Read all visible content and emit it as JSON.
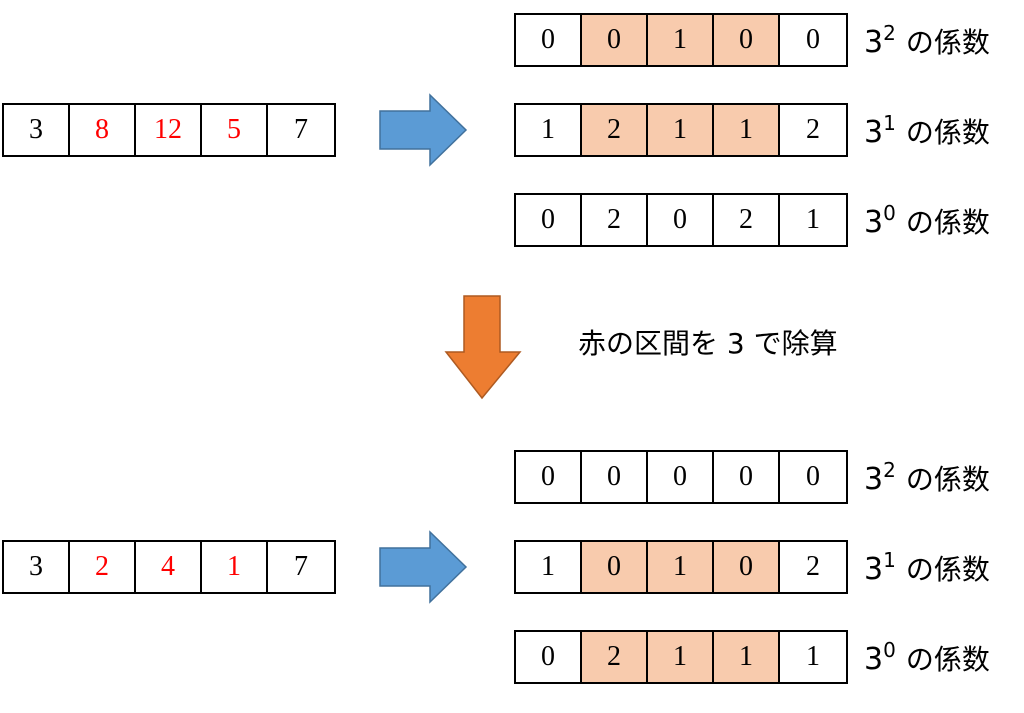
{
  "colors": {
    "highlight": "#f8cbad",
    "red_text": "#ff0000",
    "blue_arrow": "#5b9bd5",
    "orange_arrow": "#ed7d31"
  },
  "icons": {
    "right_arrow": "right-arrow-icon",
    "down_arrow": "down-arrow-icon"
  },
  "top": {
    "input": {
      "values": [
        "3",
        "8",
        "12",
        "5",
        "7"
      ],
      "red": [
        false,
        true,
        true,
        true,
        false
      ]
    },
    "rows": [
      {
        "base": "3",
        "exp": "2",
        "suffix": "の係数",
        "values": [
          "0",
          "0",
          "1",
          "0",
          "0"
        ],
        "highlight": [
          false,
          true,
          true,
          true,
          false
        ]
      },
      {
        "base": "3",
        "exp": "1",
        "suffix": "の係数",
        "values": [
          "1",
          "2",
          "1",
          "1",
          "2"
        ],
        "highlight": [
          false,
          true,
          true,
          true,
          false
        ]
      },
      {
        "base": "3",
        "exp": "0",
        "suffix": "の係数",
        "values": [
          "0",
          "2",
          "0",
          "2",
          "1"
        ],
        "highlight": [
          false,
          false,
          false,
          false,
          false
        ]
      }
    ]
  },
  "operation_caption": "赤の区間を 3 で除算",
  "bottom": {
    "input": {
      "values": [
        "3",
        "2",
        "4",
        "1",
        "7"
      ],
      "red": [
        false,
        true,
        true,
        true,
        false
      ]
    },
    "rows": [
      {
        "base": "3",
        "exp": "2",
        "suffix": "の係数",
        "values": [
          "0",
          "0",
          "0",
          "0",
          "0"
        ],
        "highlight": [
          false,
          false,
          false,
          false,
          false
        ]
      },
      {
        "base": "3",
        "exp": "1",
        "suffix": "の係数",
        "values": [
          "1",
          "0",
          "1",
          "0",
          "2"
        ],
        "highlight": [
          false,
          true,
          true,
          true,
          false
        ]
      },
      {
        "base": "3",
        "exp": "0",
        "suffix": "の係数",
        "values": [
          "0",
          "2",
          "1",
          "1",
          "1"
        ],
        "highlight": [
          false,
          true,
          true,
          true,
          false
        ]
      }
    ]
  }
}
